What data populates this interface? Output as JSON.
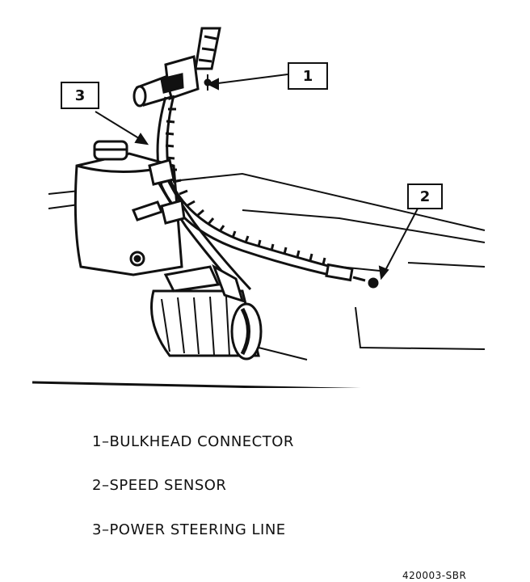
{
  "callouts": [
    "1",
    "2",
    "3"
  ],
  "legend": [
    "1–BULKHEAD CONNECTOR",
    "2–SPEED SENSOR",
    "3–POWER STEERING LINE"
  ],
  "figure_code": "420003-SBR"
}
